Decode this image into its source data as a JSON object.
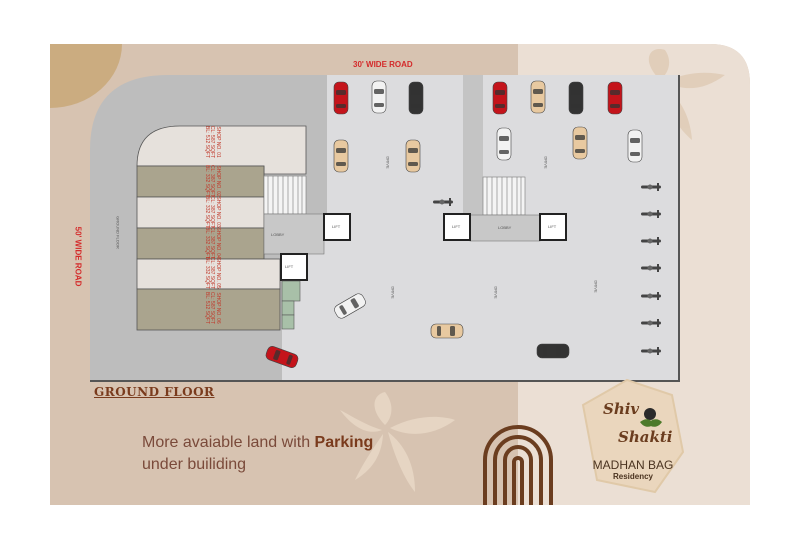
{
  "plan": {
    "top_road": "30' WIDE ROAD",
    "left_road": "50' WIDE ROAD",
    "floor_title": "GROUND FLOOR",
    "ground_floor_tag": "GROUND FLOOR",
    "lift_label": "LIFT",
    "lobby_label": "LOBBY",
    "drive_label": "DRIVE",
    "shops": [
      {
        "no": "SHOP NO. 01",
        "area1": "CL: 587 SQFT",
        "area2": "BL: 512 SQFT"
      },
      {
        "no": "SHOP NO. 02",
        "area1": "CL: 387 SQFT",
        "area2": "BL: 332 SQFT"
      },
      {
        "no": "SHOP NO. 03",
        "area1": "CL: 387 SQFT",
        "area2": "BL: 332 SQFT"
      },
      {
        "no": "SHOP NO. 04",
        "area1": "CL: 387 SQFT",
        "area2": "BL: 332 SQFT"
      },
      {
        "no": "SHOP NO. 05",
        "area1": "CL: 387 SQFT",
        "area2": "BL: 332 SQFT"
      },
      {
        "no": "SHOP NO. 06",
        "area1": "CL: 587 SQFT",
        "area2": "BL: 512 SQFT"
      }
    ]
  },
  "promo": {
    "line1_prefix": "More avaiable land with ",
    "line1_bold": "Parking",
    "line2": "under builiding"
  },
  "logo": {
    "shiv": "Shiv",
    "shakti": "Shakti",
    "madhan": "MADHAN BAG",
    "residency": "Residency"
  },
  "colors": {
    "background": "#d7c3b1",
    "panel_light": "#ebdfd4",
    "road": "#bdbdbd",
    "parking": "#dcdcde",
    "shop_dark": "#aaa48e",
    "shop_light": "#e6e1dc",
    "road_text": "#d42a2a",
    "brand_brown": "#7a3b1d"
  }
}
